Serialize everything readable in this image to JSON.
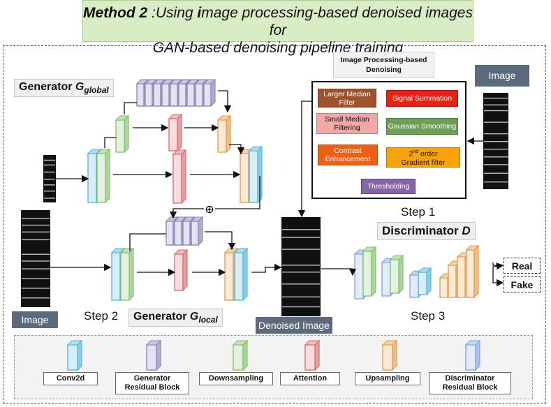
{
  "header": {
    "method_bold": "Method 2",
    "line1_rest": " :Using ",
    "i_bold": "i",
    "line1_end": "mage processing-based denoised images for",
    "line2": "GAN-based denoising pipeline training"
  },
  "generator_global": {
    "prefix": "Generator ",
    "symbol": "G",
    "subscript": "global"
  },
  "generator_local": {
    "prefix": "Generator ",
    "symbol": "G",
    "subscript": "local"
  },
  "discriminator": {
    "prefix": "Discriminator ",
    "symbol": "D"
  },
  "steps": {
    "step1": "Step 1",
    "step2": "Step 2",
    "step3": "Step 3"
  },
  "image_labels": {
    "top_right": "Image",
    "bottom_left": "Image",
    "denoised": "Denoised Image"
  },
  "image_processing": {
    "title": "Image Processing-based Denoising",
    "larger_median": "Larger Median Filter",
    "small_median": "Small Median Filtering",
    "contrast": "Contrast Enhancement",
    "signal_sum": "Signal Summation",
    "gaussian": "Gaussian Smoothing",
    "gradient_sup": "nd",
    "gradient_pre": "2",
    "gradient_rest": " order",
    "gradient_line2": "Gradient filter",
    "thresholding": "Thresholding"
  },
  "outputs": {
    "real": "Real",
    "fake": "Fake"
  },
  "plus_symbol": "⊕",
  "legend": [
    {
      "label": "Conv2d",
      "color": "#4fb3d9"
    },
    {
      "label": "Generator Residual Block",
      "color": "#8a80b8"
    },
    {
      "label": "Downsampling",
      "color": "#7fbf6a"
    },
    {
      "label": "Attention",
      "color": "#d86a6a"
    },
    {
      "label": "Upsampling",
      "color": "#e39a45"
    },
    {
      "label": "Discriminator Residual Block",
      "color": "#7fa3dd"
    }
  ],
  "colors": {
    "conv": "#4fb3d9",
    "residual": "#8a80b8",
    "down": "#7fbf6a",
    "attention": "#d86a6a",
    "up": "#e39a45",
    "disc": "#7fa3dd",
    "signal_sum": "#e42313",
    "gaussian": "#6e9e57",
    "gradient": "#f5a50b",
    "thresholding": "#8565a6",
    "contrast": "#f06014",
    "small_median": "#f0a8a8",
    "larger_median": "#a0522d"
  }
}
